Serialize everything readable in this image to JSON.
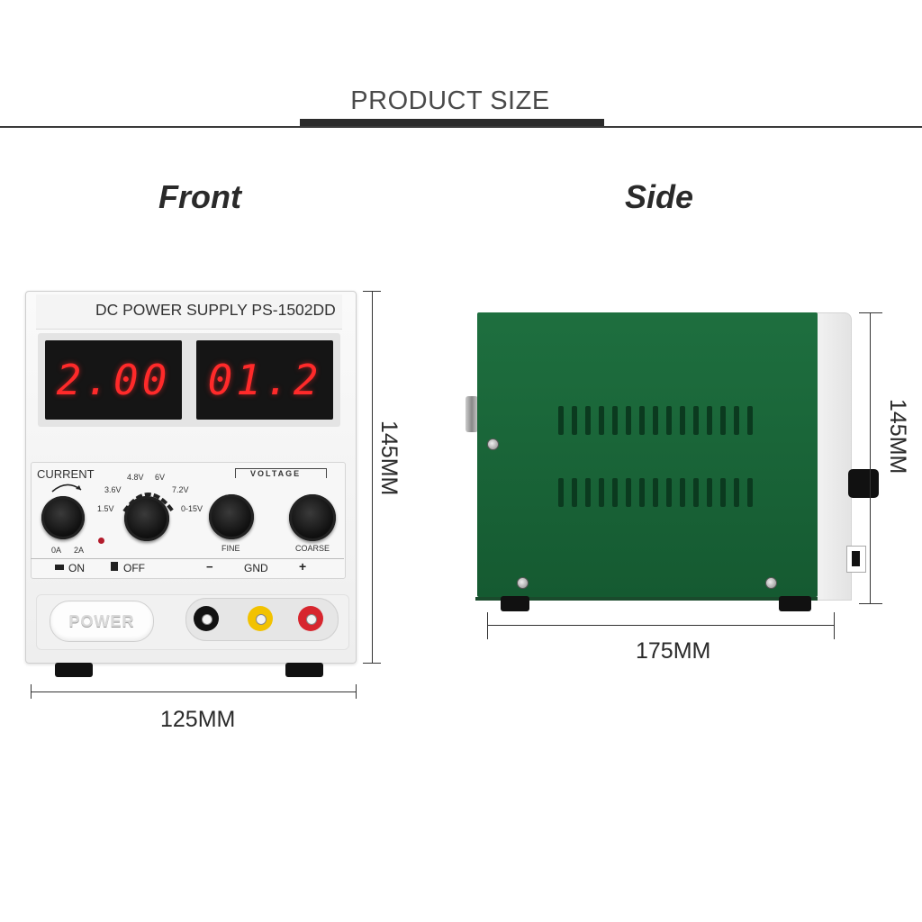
{
  "header": {
    "title": "PRODUCT SIZE"
  },
  "views": {
    "front_label": "Front",
    "side_label": "Side"
  },
  "dimensions": {
    "front_width": "125MM",
    "front_height": "145MM",
    "side_depth": "175MM",
    "side_height": "145MM"
  },
  "front_panel": {
    "model": "DC POWER SUPPLY PS-1502DD",
    "display_left": "2.00",
    "display_right": "01.2",
    "current_label": "CURRENT",
    "current_min": "0A",
    "current_max": "2A",
    "voltage_label": "VOLTAGE",
    "voltage_steps": [
      "1.5V",
      "3.6V",
      "4.8V",
      "6V",
      "7.2V",
      "0-15V"
    ],
    "fine_label": "FINE",
    "coarse_label": "COARSE",
    "on_label": "ON",
    "off_label": "OFF",
    "minus_label": "−",
    "gnd_label": "GND",
    "plus_label": "+",
    "power_button": "POWER"
  },
  "colors": {
    "side_green": "#1c6b3c",
    "display_red": "#ff2a2a",
    "terminal_black": "#111111",
    "terminal_yellow": "#f2c200",
    "terminal_red": "#d7262e"
  }
}
